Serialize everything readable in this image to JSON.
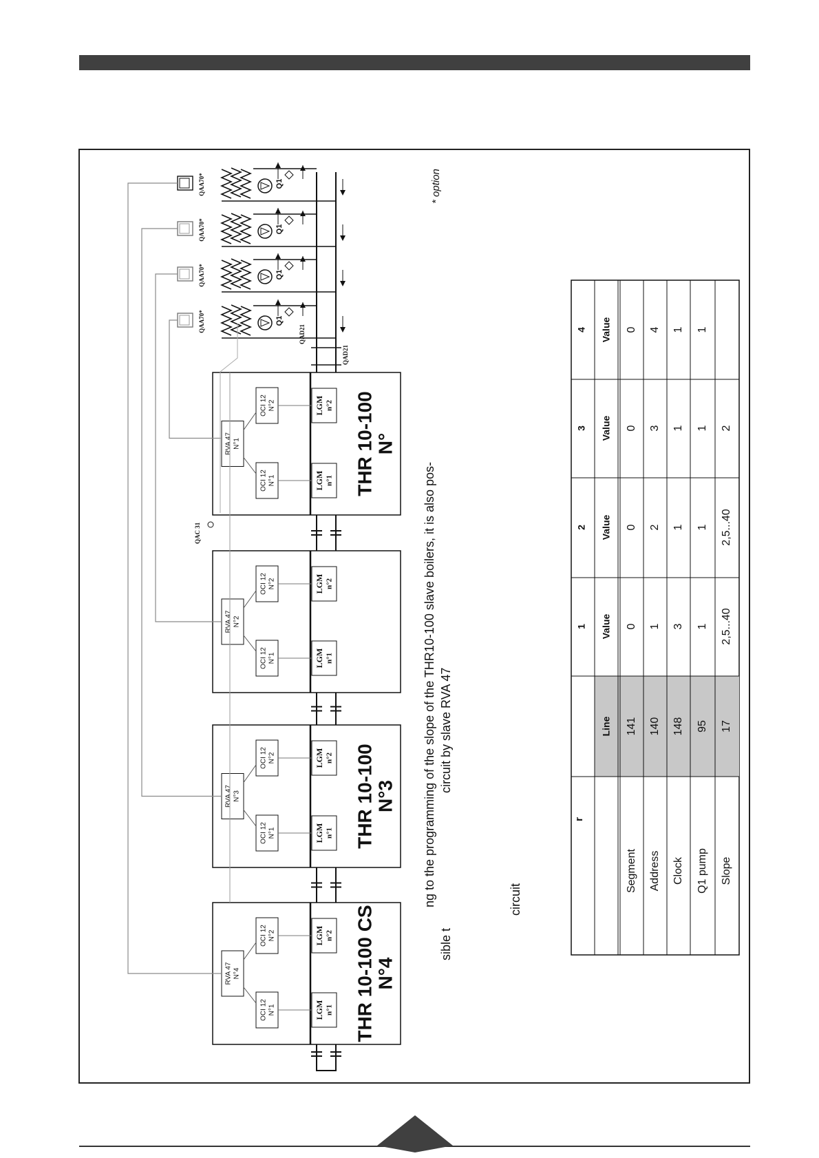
{
  "header": {
    "bar_color": "#404040"
  },
  "note": {
    "option": "* option"
  },
  "boilers": [
    {
      "title": "THR 10-100 CS",
      "number": "N°4",
      "rva": "RVA 47",
      "rva_no": "N°4",
      "oci1": "OCI 12",
      "oci1_no": "N°1",
      "oci2": "OCI 12",
      "oci2_no": "N°2",
      "lgm1": "LGM",
      "lgm1_no": "n°1",
      "lgm2": "LGM",
      "lgm2_no": "n°2"
    },
    {
      "title": "THR 10-100",
      "number": "N°3",
      "rva": "RVA 47",
      "rva_no": "N°3",
      "oci1": "OCI 12",
      "oci1_no": "N°1",
      "oci2": "OCI 12",
      "oci2_no": "N°2",
      "lgm1": "LGM",
      "lgm1_no": "n°1",
      "lgm2": "LGM",
      "lgm2_no": "n°2"
    },
    {
      "title": "",
      "number": "",
      "rva": "RVA 47",
      "rva_no": "N°2",
      "oci1": "OCI 12",
      "oci1_no": "N°1",
      "oci2": "OCI 12",
      "oci2_no": "N°2",
      "lgm1": "LGM",
      "lgm1_no": "n°1",
      "lgm2": "LGM",
      "lgm2_no": "n°2"
    },
    {
      "title": "THR 10-100",
      "number": "N°",
      "rva": "RVA 47",
      "rva_no": "N°1",
      "oci1": "OCI 12",
      "oci1_no": "N°1",
      "oci2": "OCI 12",
      "oci2_no": "N°2",
      "lgm1": "LGM",
      "lgm1_no": "n°1",
      "lgm2": "LGM",
      "lgm2_no": "n°2"
    }
  ],
  "sensors": {
    "qac": "QAC 31",
    "qad_1": "QAD21",
    "qad_2": "QAD21",
    "qaa": "QAA70*",
    "pump": "Q1"
  },
  "text": {
    "line1": "ng to the programming of the slope of the THR10-100 slave boilers, it is also pos-",
    "line2": "sible t",
    "line3": "circuit by slave RVA 47",
    "circuit": "circuit"
  },
  "table": {
    "title": "r",
    "col_headers": [
      "",
      "1",
      "2",
      "3",
      "4"
    ],
    "sub_headers": [
      "Line",
      "Value",
      "Value",
      "Value",
      "Value"
    ],
    "rows": [
      {
        "label": "Segment",
        "line": "141",
        "values": [
          "0",
          "0",
          "0",
          "0"
        ]
      },
      {
        "label": "Address",
        "line": "140",
        "values": [
          "1",
          "2",
          "3",
          "4"
        ]
      },
      {
        "label": "Clock",
        "line": "148",
        "values": [
          "3",
          "1",
          "1",
          "1"
        ]
      },
      {
        "label": "Q1 pump",
        "line": "95",
        "values": [
          "1",
          "1",
          "1",
          "1"
        ]
      },
      {
        "label": "Slope",
        "line": "17",
        "values": [
          "2,5...40",
          "2,5...40",
          "2",
          ""
        ]
      }
    ],
    "line_col_color": "#c8c8c8"
  }
}
